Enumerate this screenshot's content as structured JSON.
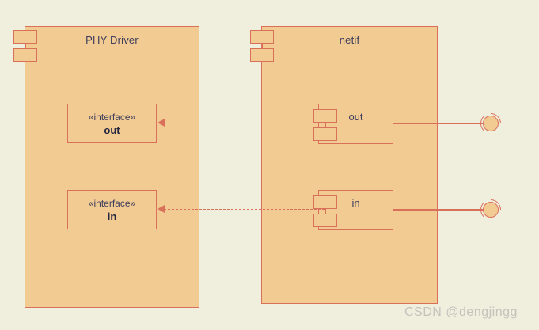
{
  "canvas": {
    "background": "#f0eedd",
    "stroke": "#d9705a",
    "fill": "#f2cb92",
    "text": "#3d3d5c"
  },
  "components": [
    {
      "id": "phy-driver",
      "title": "PHY Driver",
      "icon": "component-icon"
    },
    {
      "id": "netif",
      "title": "netif",
      "icon": "component-icon"
    }
  ],
  "interfaces": [
    {
      "id": "iface-out",
      "stereotype": "«interface»",
      "name": "out"
    },
    {
      "id": "iface-in",
      "stereotype": "«interface»",
      "name": "in"
    }
  ],
  "inner_components": [
    {
      "id": "netif-out",
      "label": "out",
      "icon": "component-icon"
    },
    {
      "id": "netif-in",
      "label": "in",
      "icon": "component-icon"
    }
  ],
  "provided_interfaces": [
    {
      "id": "provided-out",
      "notation": "ball-and-socket-icon"
    },
    {
      "id": "provided-in",
      "notation": "ball-and-socket-icon"
    }
  ],
  "dependencies": [
    {
      "id": "dep-out",
      "from": "netif-out",
      "to": "iface-out",
      "style": "dashed",
      "arrow": "filled-triangle-left"
    },
    {
      "id": "dep-in",
      "from": "netif-in",
      "to": "iface-in",
      "style": "dashed",
      "arrow": "filled-triangle-left"
    }
  ],
  "watermark": {
    "text": "CSDN @dengjingg"
  }
}
